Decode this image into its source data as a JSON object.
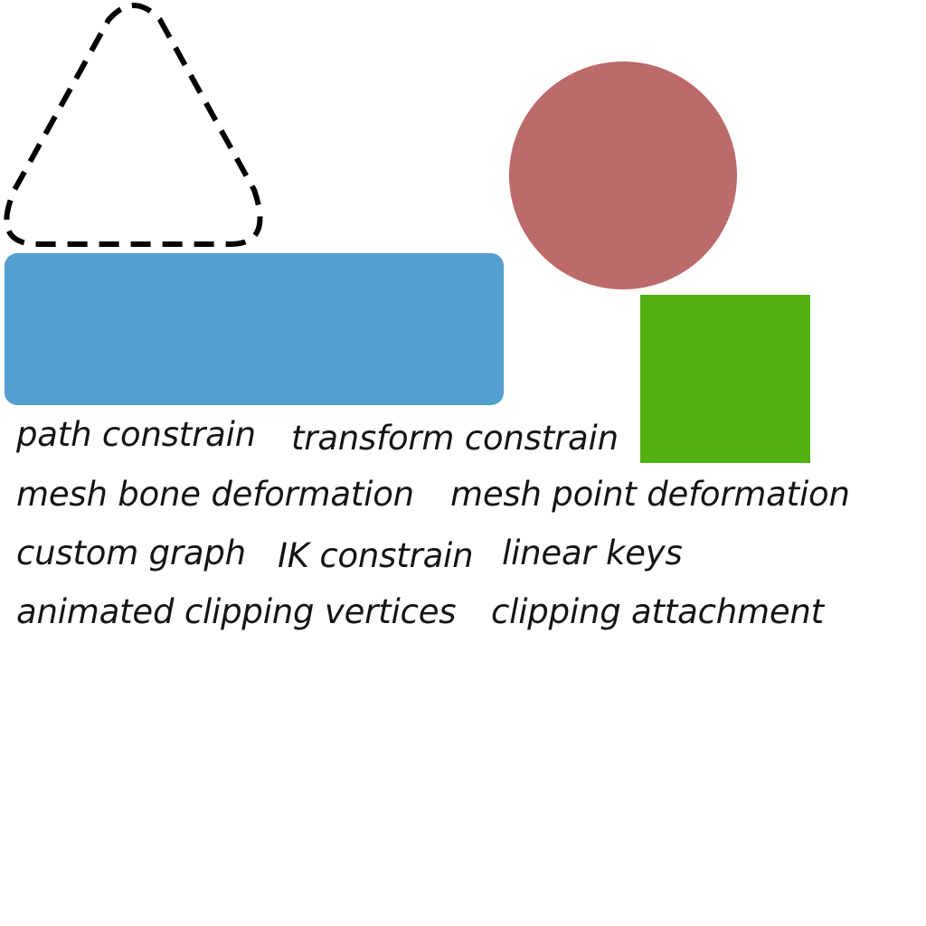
{
  "shapes": {
    "triangle": {
      "kind": "triangle",
      "stroke": "#000000",
      "style": "dashed",
      "fill": "none"
    },
    "circle": {
      "kind": "circle",
      "fill": "#bd6a6a"
    },
    "rectangle": {
      "kind": "rounded-rectangle",
      "fill": "#539fcf"
    },
    "square": {
      "kind": "square",
      "fill": "#52b013"
    }
  },
  "labels": {
    "path_constrain": "path constrain",
    "transform_constrain": "transform constrain",
    "mesh_bone_deformation": "mesh bone deformation",
    "mesh_point_deformation": "mesh point deformation",
    "custom_graph": "custom graph",
    "ik_constrain": "IK constrain",
    "linear_keys": "linear keys",
    "animated_clipping_vertices": "animated clipping vertices",
    "clipping_attachment": "clipping attachment"
  }
}
